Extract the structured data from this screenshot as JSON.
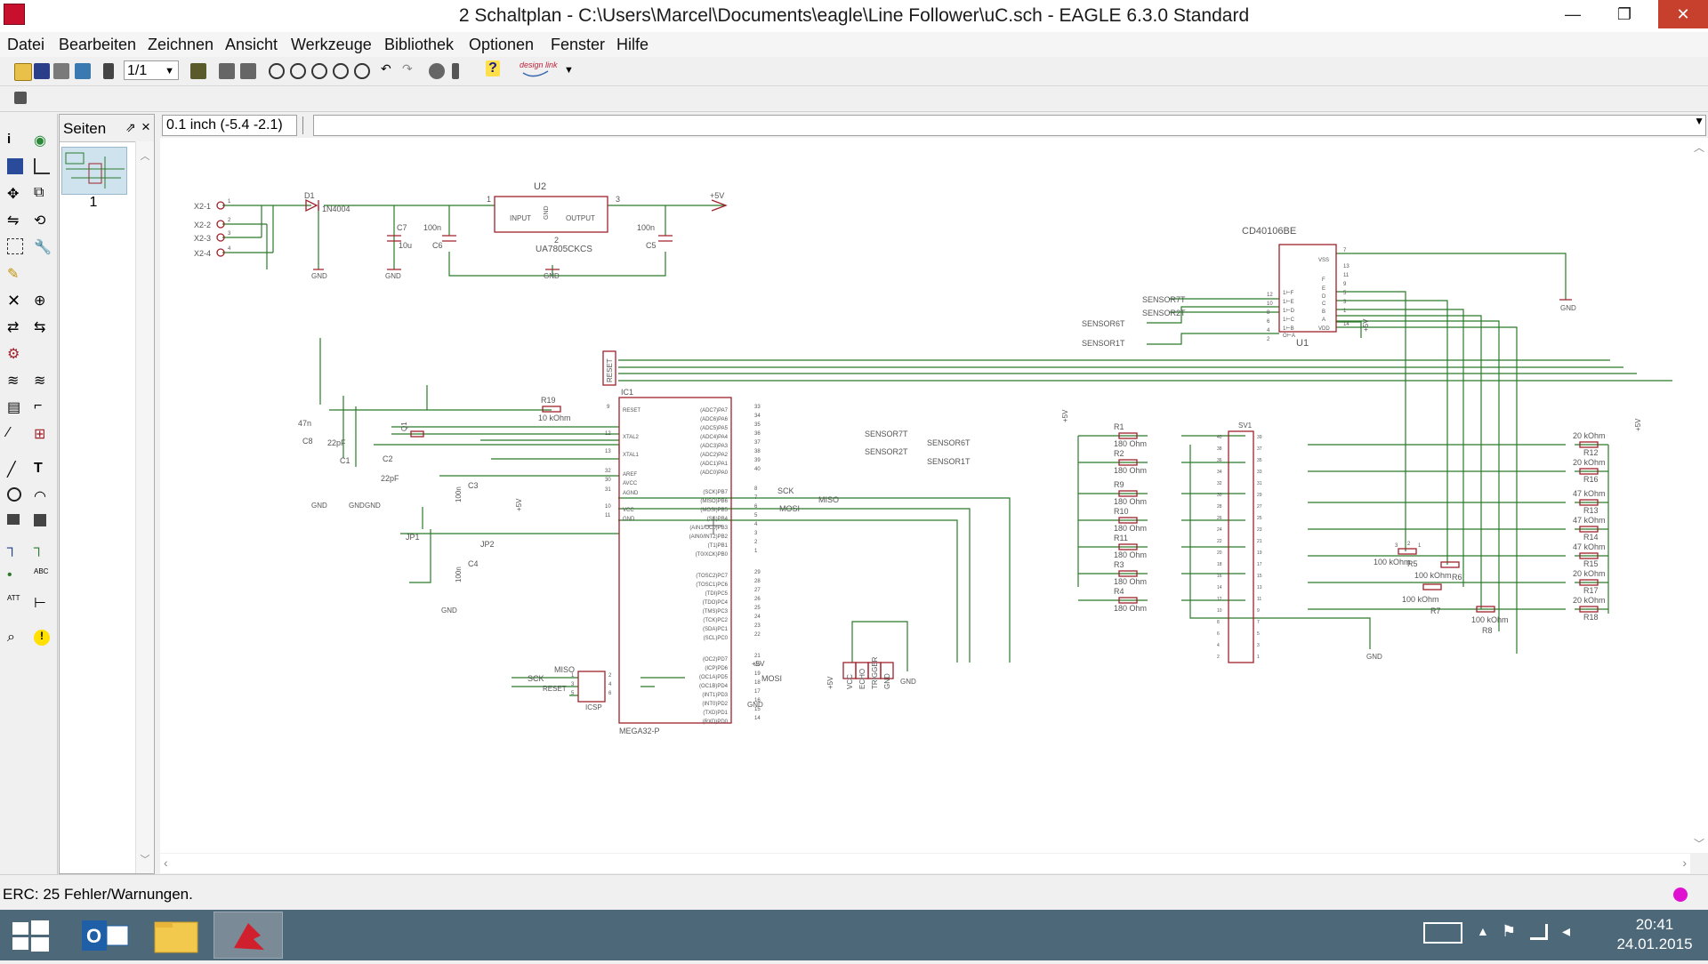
{
  "window": {
    "title": "2 Schaltplan - C:\\Users\\Marcel\\Documents\\eagle\\Line Follower\\uC.sch - EAGLE 6.3.0 Standard",
    "minimize": "—",
    "maximize": "❐",
    "close": "✕"
  },
  "menu": [
    "Datei",
    "Bearbeiten",
    "Zeichnen",
    "Ansicht",
    "Werkzeuge",
    "Bibliothek",
    "Optionen",
    "Fenster",
    "Hilfe"
  ],
  "toolbar": {
    "page_select": "1/1",
    "designlink_label": "design link"
  },
  "pages_panel": {
    "title": "Seiten",
    "pin": "⇗",
    "close": "×",
    "page_number": "1"
  },
  "command_bar": {
    "coordinates": "0.1 inch (-5.4 -2.1)",
    "command_value": ""
  },
  "schematic": {
    "u2": {
      "name": "U2",
      "value": "UA7805CKCS",
      "input": "INPUT",
      "output": "OUTPUT",
      "gnd": "GND",
      "pin1": "1",
      "pin2": "2",
      "pin3": "3"
    },
    "d1": {
      "name": "D1",
      "value": "1N4004"
    },
    "c7": {
      "name": "C7",
      "value": "10u"
    },
    "c6": {
      "name": "C6",
      "value": "100n"
    },
    "c5": {
      "name": "C5",
      "value": "100n"
    },
    "connector_x2": [
      "X2-1",
      "X2-2",
      "X2-3",
      "X2-4"
    ],
    "x2_pins": [
      "1",
      "2",
      "3",
      "4"
    ],
    "supply_5v": "+5V",
    "gnd": "GND",
    "cd40106": {
      "name": "U1",
      "value": "CD40106BE",
      "left_pins": [
        "12",
        "10",
        "8",
        "6",
        "4",
        "2"
      ],
      "left_labels": [
        "1⊢F",
        "1⊢E",
        "1⊢D",
        "1⊢C",
        "1⊢B",
        "O⊢A"
      ],
      "right_pins": [
        "7",
        "13",
        "11",
        "9",
        "5",
        "3",
        "1",
        "14"
      ],
      "right_labels": [
        "VSS",
        "F",
        "E",
        "D",
        "C",
        "B",
        "A",
        "VDD"
      ]
    },
    "sensor_labels": [
      "SENSOR7T",
      "SENSOR6T",
      "SENSOR2T",
      "SENSOR1T"
    ],
    "reset_label": "RESET",
    "r19": {
      "name": "R19",
      "value": "10 kOhm"
    },
    "c8": {
      "name": "C8",
      "value": "47n"
    },
    "c1": {
      "name": "C1",
      "value": "22pF"
    },
    "c2": {
      "name": "C2",
      "value": "22pF"
    },
    "q1": {
      "name": "Q1"
    },
    "c3": {
      "name": "C3",
      "value": "100n"
    },
    "c4": {
      "name": "C4",
      "value": "100n"
    },
    "jp1": "JP1",
    "jp2": "JP2",
    "ic1": {
      "name": "IC1",
      "value": "MEGA32-P",
      "left_pins": [
        "9",
        "12",
        "13",
        "32",
        "30",
        "31",
        "10",
        "11"
      ],
      "left_labels": [
        "RESET",
        "XTAL2",
        "XTAL1",
        "AREF",
        "AVCC",
        "AGND",
        "VCC",
        "GND"
      ],
      "right_pins": [
        "33",
        "34",
        "35",
        "36",
        "37",
        "38",
        "39",
        "40",
        "8",
        "7",
        "6",
        "5",
        "4",
        "3",
        "2",
        "1",
        "29",
        "28",
        "27",
        "26",
        "25",
        "24",
        "23",
        "22",
        "21",
        "20",
        "19",
        "18",
        "17",
        "16",
        "15",
        "14"
      ],
      "right_labels": [
        "(ADC7)PA7",
        "(ADC6)PA6",
        "(ADC5)PA5",
        "(ADC4)PA4",
        "(ADC3)PA3",
        "(ADC2)PA2",
        "(ADC1)PA1",
        "(ADC0)PA0",
        "(SCK)PB7",
        "(MISO)PB6",
        "(MOSI)PB5",
        "(SS)PB4",
        "(AIN1/OC0)PB3",
        "(AIN0/INT2)PB2",
        "(T1)PB1",
        "(T0/XCK)PB0",
        "(TOSC2)PC7",
        "(TOSC1)PC6",
        "(TDI)PC5",
        "(TDO)PC4",
        "(TMS)PC3",
        "(TCK)PC2",
        "(SDA)PC1",
        "(SCL)PC0",
        "(OC2)PD7",
        "(ICP)PD6",
        "(OC1A)PD5",
        "(OC1B)PD4",
        "(INT1)PD3",
        "(INT0)PD2",
        "(TXD)PD1",
        "(RXD)PD0"
      ]
    },
    "spi_labels": [
      "SCK",
      "MISO",
      "MOSI"
    ],
    "icsp": {
      "name": "ICSP",
      "pins": [
        "1",
        "2",
        "3",
        "4",
        "5",
        "6"
      ]
    },
    "ultrasonic": [
      "VCC",
      "ECHO",
      "TRIGGER",
      "GND"
    ],
    "sv1": {
      "name": "SV1",
      "left_pins": [
        "40",
        "38",
        "36",
        "34",
        "32",
        "30",
        "28",
        "26",
        "24",
        "22",
        "20",
        "18",
        "16",
        "14",
        "12",
        "10",
        "8",
        "6",
        "4",
        "2"
      ],
      "right_pins": [
        "39",
        "37",
        "35",
        "33",
        "31",
        "29",
        "27",
        "25",
        "23",
        "21",
        "19",
        "17",
        "15",
        "13",
        "11",
        "9",
        "7",
        "5",
        "3",
        "1"
      ]
    },
    "left_resistors": [
      {
        "name": "R1",
        "value": "180 Ohm"
      },
      {
        "name": "R2",
        "value": "180 Ohm"
      },
      {
        "name": "R9",
        "value": "180 Ohm"
      },
      {
        "name": "R10",
        "value": "180 Ohm"
      },
      {
        "name": "R11",
        "value": "180 Ohm"
      },
      {
        "name": "R3",
        "value": "180 Ohm"
      },
      {
        "name": "R4",
        "value": "180 Ohm"
      }
    ],
    "right_resistors": [
      {
        "name": "R12",
        "value": "20 kOhm"
      },
      {
        "name": "R16",
        "value": "20 kOhm"
      },
      {
        "name": "R13",
        "value": "47 kOhm"
      },
      {
        "name": "R14",
        "value": "47 kOhm"
      },
      {
        "name": "R15",
        "value": "47 kOhm"
      },
      {
        "name": "R17",
        "value": "20 kOhm"
      },
      {
        "name": "R18",
        "value": "20 kOhm"
      }
    ],
    "pots": [
      {
        "name": "R5",
        "value": "100 kOhm"
      },
      {
        "name": "R6",
        "value": "100 kOhm"
      },
      {
        "name": "R7",
        "value": "100 kOhm"
      },
      {
        "name": "R8",
        "value": "100 kOhm"
      }
    ],
    "pot_pins": [
      "1",
      "2",
      "3"
    ]
  },
  "status": {
    "message": "ERC: 25 Fehler/Warnungen."
  },
  "taskbar": {
    "time": "20:41",
    "date": "24.01.2015"
  },
  "colors": {
    "schematic_net": "#2b7a2b",
    "schematic_part": "#a0212b",
    "schematic_text": "#555555",
    "taskbar_bg": "#4d6879",
    "close_button": "#c7402e"
  }
}
